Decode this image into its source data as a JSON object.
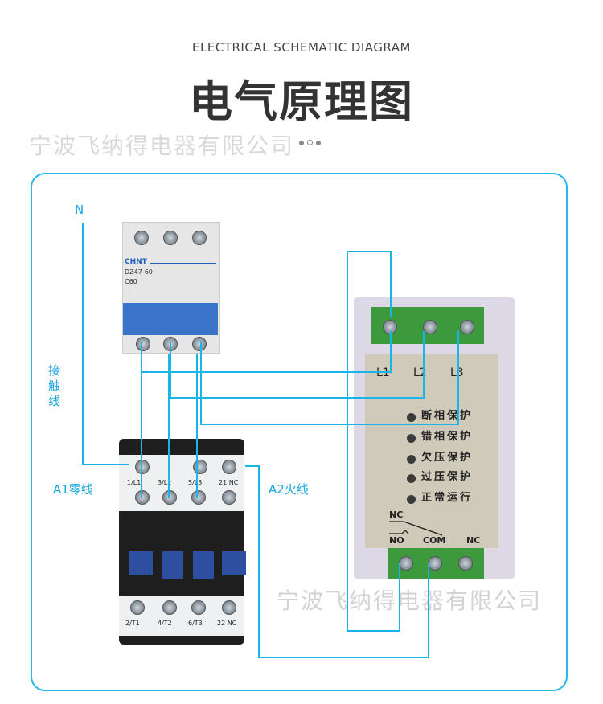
{
  "header": {
    "subtitle": "ELECTRICAL SCHEMATIC DIAGRAM",
    "title": "电气原理图",
    "watermark": "宁波飞纳得电器有限公司"
  },
  "labels": {
    "neutral": "N",
    "contact_wire": "接\n触\n线",
    "a1": "A1零线",
    "a2": "A2火线"
  },
  "breaker": {
    "brand": "CHNT",
    "model": "DZ47-60",
    "rating": "C60"
  },
  "contactor": {
    "top_terminals": [
      "1/L1",
      "3/L2",
      "5/L3",
      "21 NC"
    ],
    "bottom_terminals": [
      "2/T1",
      "4/T2",
      "6/T3",
      "22 NC"
    ]
  },
  "relay": {
    "inputs": [
      "L1",
      "L2",
      "L3"
    ],
    "indicators": [
      "断相保护",
      "错相保护",
      "欠压保护",
      "过压保护",
      "正常运行"
    ],
    "outputs": {
      "nc": "NC",
      "no": "NO",
      "com": "COM",
      "nc2": "NC"
    }
  },
  "colors": {
    "wire": "#1ab5e8",
    "frame": "#29b6e8"
  }
}
